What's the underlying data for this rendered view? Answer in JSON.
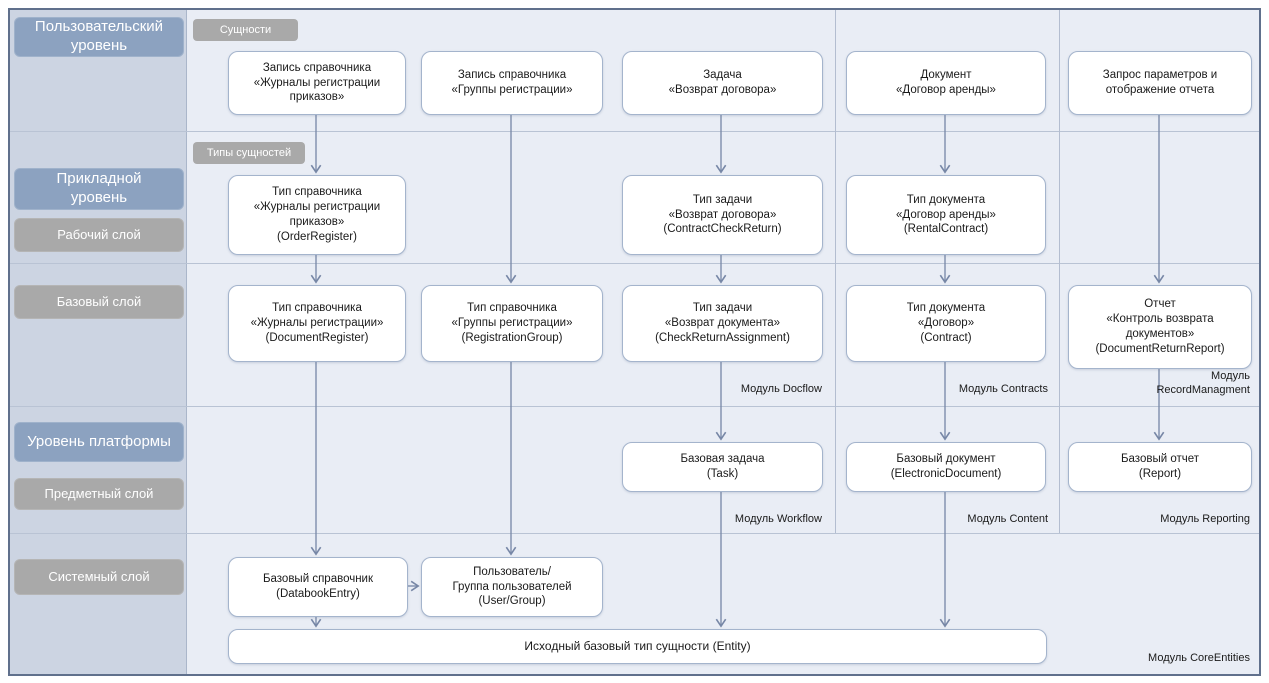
{
  "sidebar": {
    "user_level": "Пользовательский\nуровень",
    "applied_level": "Прикладной\nуровень",
    "working_layer": "Рабочий слой",
    "base_layer": "Базовый слой",
    "platform_level": "Уровень платформы",
    "subject_layer": "Предметный слой",
    "system_layer": "Системный слой"
  },
  "tags": {
    "entities": "Сущности",
    "entity_types": "Типы сущностей"
  },
  "nodes": {
    "r1c1": "Запись справочника\n«Журналы регистрации\nприказов»",
    "r1c2": "Запись справочника\n«Группы регистрации»",
    "r1c3": "Задача\n«Возврат договора»",
    "r1c4": "Документ\n«Договор аренды»",
    "r1c5": "Запрос параметров и\nотображение отчета",
    "r2c1": "Тип справочника\n«Журналы регистрации\nприказов»\n(OrderRegister)",
    "r2c3": "Тип задачи\n«Возврат договора»\n(ContractCheckReturn)",
    "r2c4": "Тип документа\n«Договор аренды»\n(RentalContract)",
    "r3c1": "Тип справочника\n«Журналы регистрации»\n(DocumentRegister)",
    "r3c2": "Тип справочника\n«Группы регистрации»\n(RegistrationGroup)",
    "r3c3": "Тип задачи\n«Возврат документа»\n(CheckReturnAssignment)",
    "r3c4": "Тип документа\n«Договор»\n(Contract)",
    "r3c5": "Отчет\n«Контроль возврата\nдокументов»\n(DocumentReturnReport)",
    "r4c3": "Базовая задача\n(Task)",
    "r4c4": "Базовый документ\n(ElectronicDocument)",
    "r4c5": "Базовый отчет\n(Report)",
    "r5c1": "Базовый справочник\n(DatabookEntry)",
    "r5c2": "Пользователь/\nГруппа пользователей\n(User/Group)",
    "entity": "Исходный базовый тип сущности (Entity)"
  },
  "modules": {
    "docflow": "Модуль Docflow",
    "contracts": "Модуль Contracts",
    "record_managment": "Модуль\nRecordManagment",
    "workflow": "Модуль Workflow",
    "content": "Модуль Content",
    "reporting": "Модуль Reporting",
    "core_entities": "Модуль CoreEntities"
  },
  "colors": {
    "blue_badge": "#8ca2c0",
    "gray_badge": "#a9a9a9",
    "node_border": "#a4b4cc",
    "arrow": "#7787a6",
    "sidebar_bg": "#ccd4e2",
    "canvas_bg": "#e9edf5",
    "outer_border": "#60708c"
  }
}
